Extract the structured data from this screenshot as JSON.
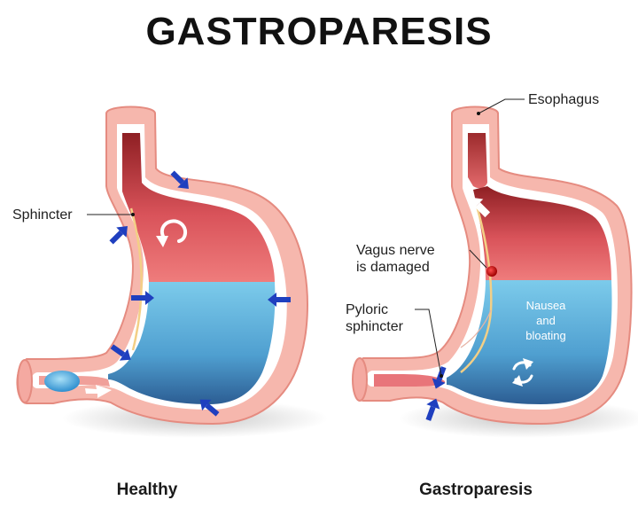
{
  "title": "GASTROPARESIS",
  "panels": {
    "healthy": {
      "caption": "Healthy",
      "labels": {
        "sphincter": "Sphincter"
      }
    },
    "gastroparesis": {
      "caption": "Gastroparesis",
      "labels": {
        "esophagus": "Esophagus",
        "vagus_line1": "Vagus nerve",
        "vagus_line2": "is damaged",
        "pyloric_line1": "Pyloric",
        "pyloric_line2": "sphincter",
        "symptom_line1": "Nausea",
        "symptom_line2": "and",
        "symptom_line3": "bloating"
      }
    }
  },
  "colors": {
    "outer_wall": "#f6b7ad",
    "wall_outline": "#e58b80",
    "inner_lining": "#ffffff",
    "cavity_top": "#8e1f23",
    "cavity_mid": "#e46a6a",
    "fluid_top": "#6fc3e8",
    "fluid_bottom": "#2b5f96",
    "contraction_arrow": "#1f3fbf",
    "gas_arrow": "#ffffff",
    "nerve": "#f3cf86",
    "damage_marker": "#d41414",
    "food_bolus": "#5bb9e8"
  },
  "icons": [
    "contraction-arrow-icon",
    "rotation-icon",
    "gas-reflux-arrow-icon"
  ]
}
